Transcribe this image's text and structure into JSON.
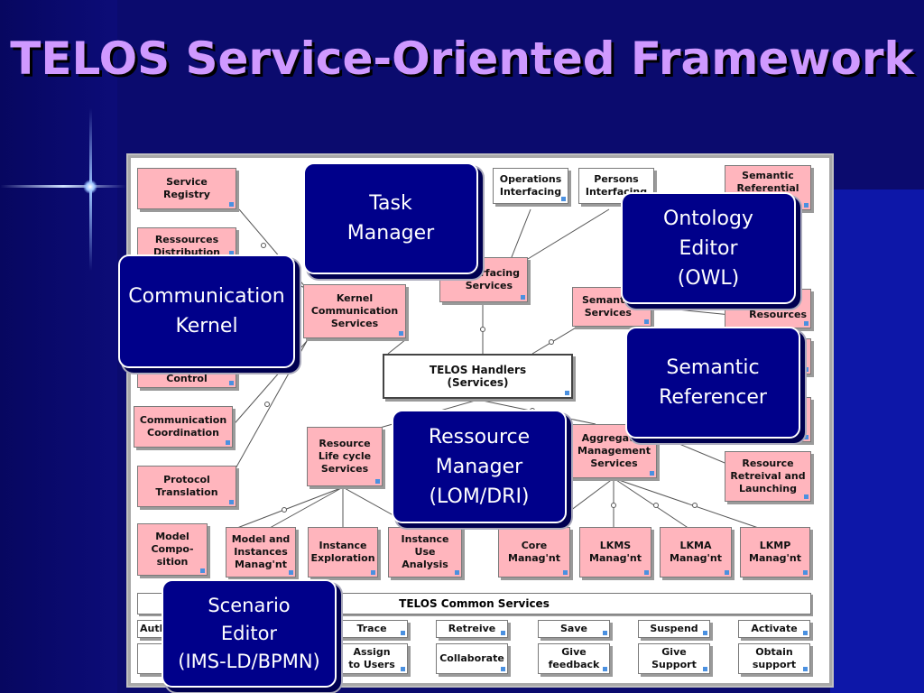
{
  "title": "TELOS Service-Oriented Framework",
  "diagram": {
    "boxes": {
      "service_registry": "Service\nRegistry",
      "ressources_distribution": "Ressources\nDistribution",
      "kernel_comm": "Kernel\nCommunication\nServices",
      "access_control": "Control",
      "comm_coordination": "Communication\nCoordination",
      "protocol_translation": "Protocol\nTranslation",
      "operations_interfacing": "Operations\nInterfacing",
      "persons_interfacing": "Persons\nInterfacing",
      "interfacing_services": "Interfacing\nServices",
      "semantic_referential": "Semantic\nReferential",
      "semantic_services": "Semantic\nServices",
      "of_resources": "of\nResources",
      "telos_handlers": "TELOS Handlers\n(Services)",
      "resource_lifecycle": "Resource\nLife cycle\nServices",
      "aggregates_mgmt": "Aggregates\nManagement\nServices",
      "resource_retrieval": "Resource\nRetreival and\nLaunching",
      "model_composition": "Model\nCompo-\nsition",
      "model_instances": "Model and\nInstances\nManag'nt",
      "instance_exploration": "Instance\nExploration",
      "instance_use": "Instance\nUse\nAnalysis",
      "core_mgnt": "Core\nManag'nt",
      "lkms_mgnt": "LKMS\nManag'nt",
      "lkma_mgnt": "LKMA\nManag'nt",
      "lkmp_mgnt": "LKMP\nManag'nt"
    },
    "common_services": "TELOS Common Services",
    "services": {
      "auth": "Auth",
      "trace": "Trace",
      "retreive": "Retreive",
      "save": "Save",
      "suspend": "Suspend",
      "activate": "Activate",
      "assign": "Assign\nto Users",
      "collaborate": "Collaborate",
      "give_feedback": "Give\nfeedback",
      "give_support": "Give\nSupport",
      "obtain_support": "Obtain\nsupport"
    }
  },
  "callouts": {
    "task_manager": "Task\nManager",
    "ontology_editor": "Ontology\nEditor\n(OWL)",
    "communication_kernel": "Communication\nKernel",
    "semantic_referencer": "Semantic\nReferencer",
    "ressource_manager": "Ressource\nManager\n(LOM/DRI)",
    "scenario_editor": "Scenario\nEditor\n(IMS-LD/BPMN)"
  }
}
